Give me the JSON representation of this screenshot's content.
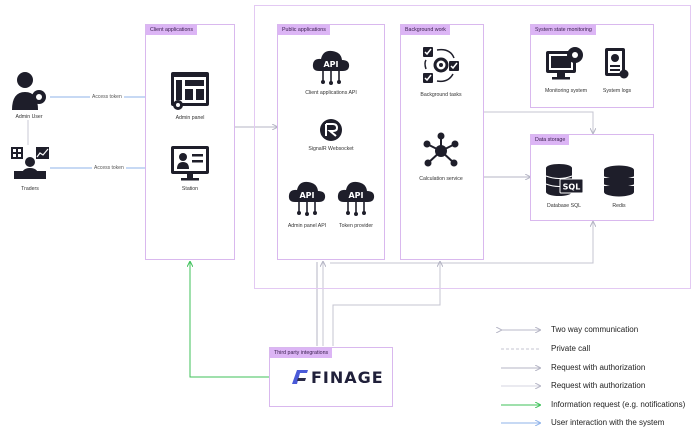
{
  "groups": {
    "client_applications": "Client applications",
    "public_applications": "Public applications",
    "background_work": "Background work",
    "system_monitoring": "System state monitoring",
    "data_storage": "Data storage",
    "third_party": "Third party integrations"
  },
  "nodes": {
    "admin_user": "Admin User",
    "traders": "Traders",
    "admin_panel": "Admin panel",
    "station": "Station",
    "client_api": "Client applications API",
    "signalr": "SignalR Websocket",
    "admin_panel_api": "Admin panel API",
    "token_provider": "Token provider",
    "background_tasks": "Background tasks",
    "calculation_service": "Calculation service",
    "monitoring_system": "Monitoring system",
    "system_logs": "System logs",
    "database_sql": "Database SQL",
    "redis": "Redis",
    "finage": "FINAGE"
  },
  "edges": {
    "access_token_1": "Access token",
    "access_token_2": "Access token"
  },
  "icon_text": {
    "api": "API",
    "sql": "SQL"
  },
  "legend": [
    {
      "label": "Two way communication",
      "style": "two-way",
      "color": "#b9b9c8"
    },
    {
      "label": "Private call",
      "style": "dashed",
      "color": "#c4c4d0"
    },
    {
      "label": "Request with authorization",
      "style": "solid",
      "color": "#b4b4c4"
    },
    {
      "label": "Request with authorization",
      "style": "solid-light",
      "color": "#d4d4e0"
    },
    {
      "label": "Information request (e.g. notifications)",
      "style": "solid",
      "color": "#3fc25a"
    },
    {
      "label": "User interaction with the system",
      "style": "solid",
      "color": "#8fb3ea"
    }
  ],
  "colors": {
    "group_tag": "#dcb5f5",
    "group_border": "#d9b8ee",
    "green": "#3fc25a",
    "blue": "#8fb3ea",
    "grey": "#b4b4c4"
  }
}
